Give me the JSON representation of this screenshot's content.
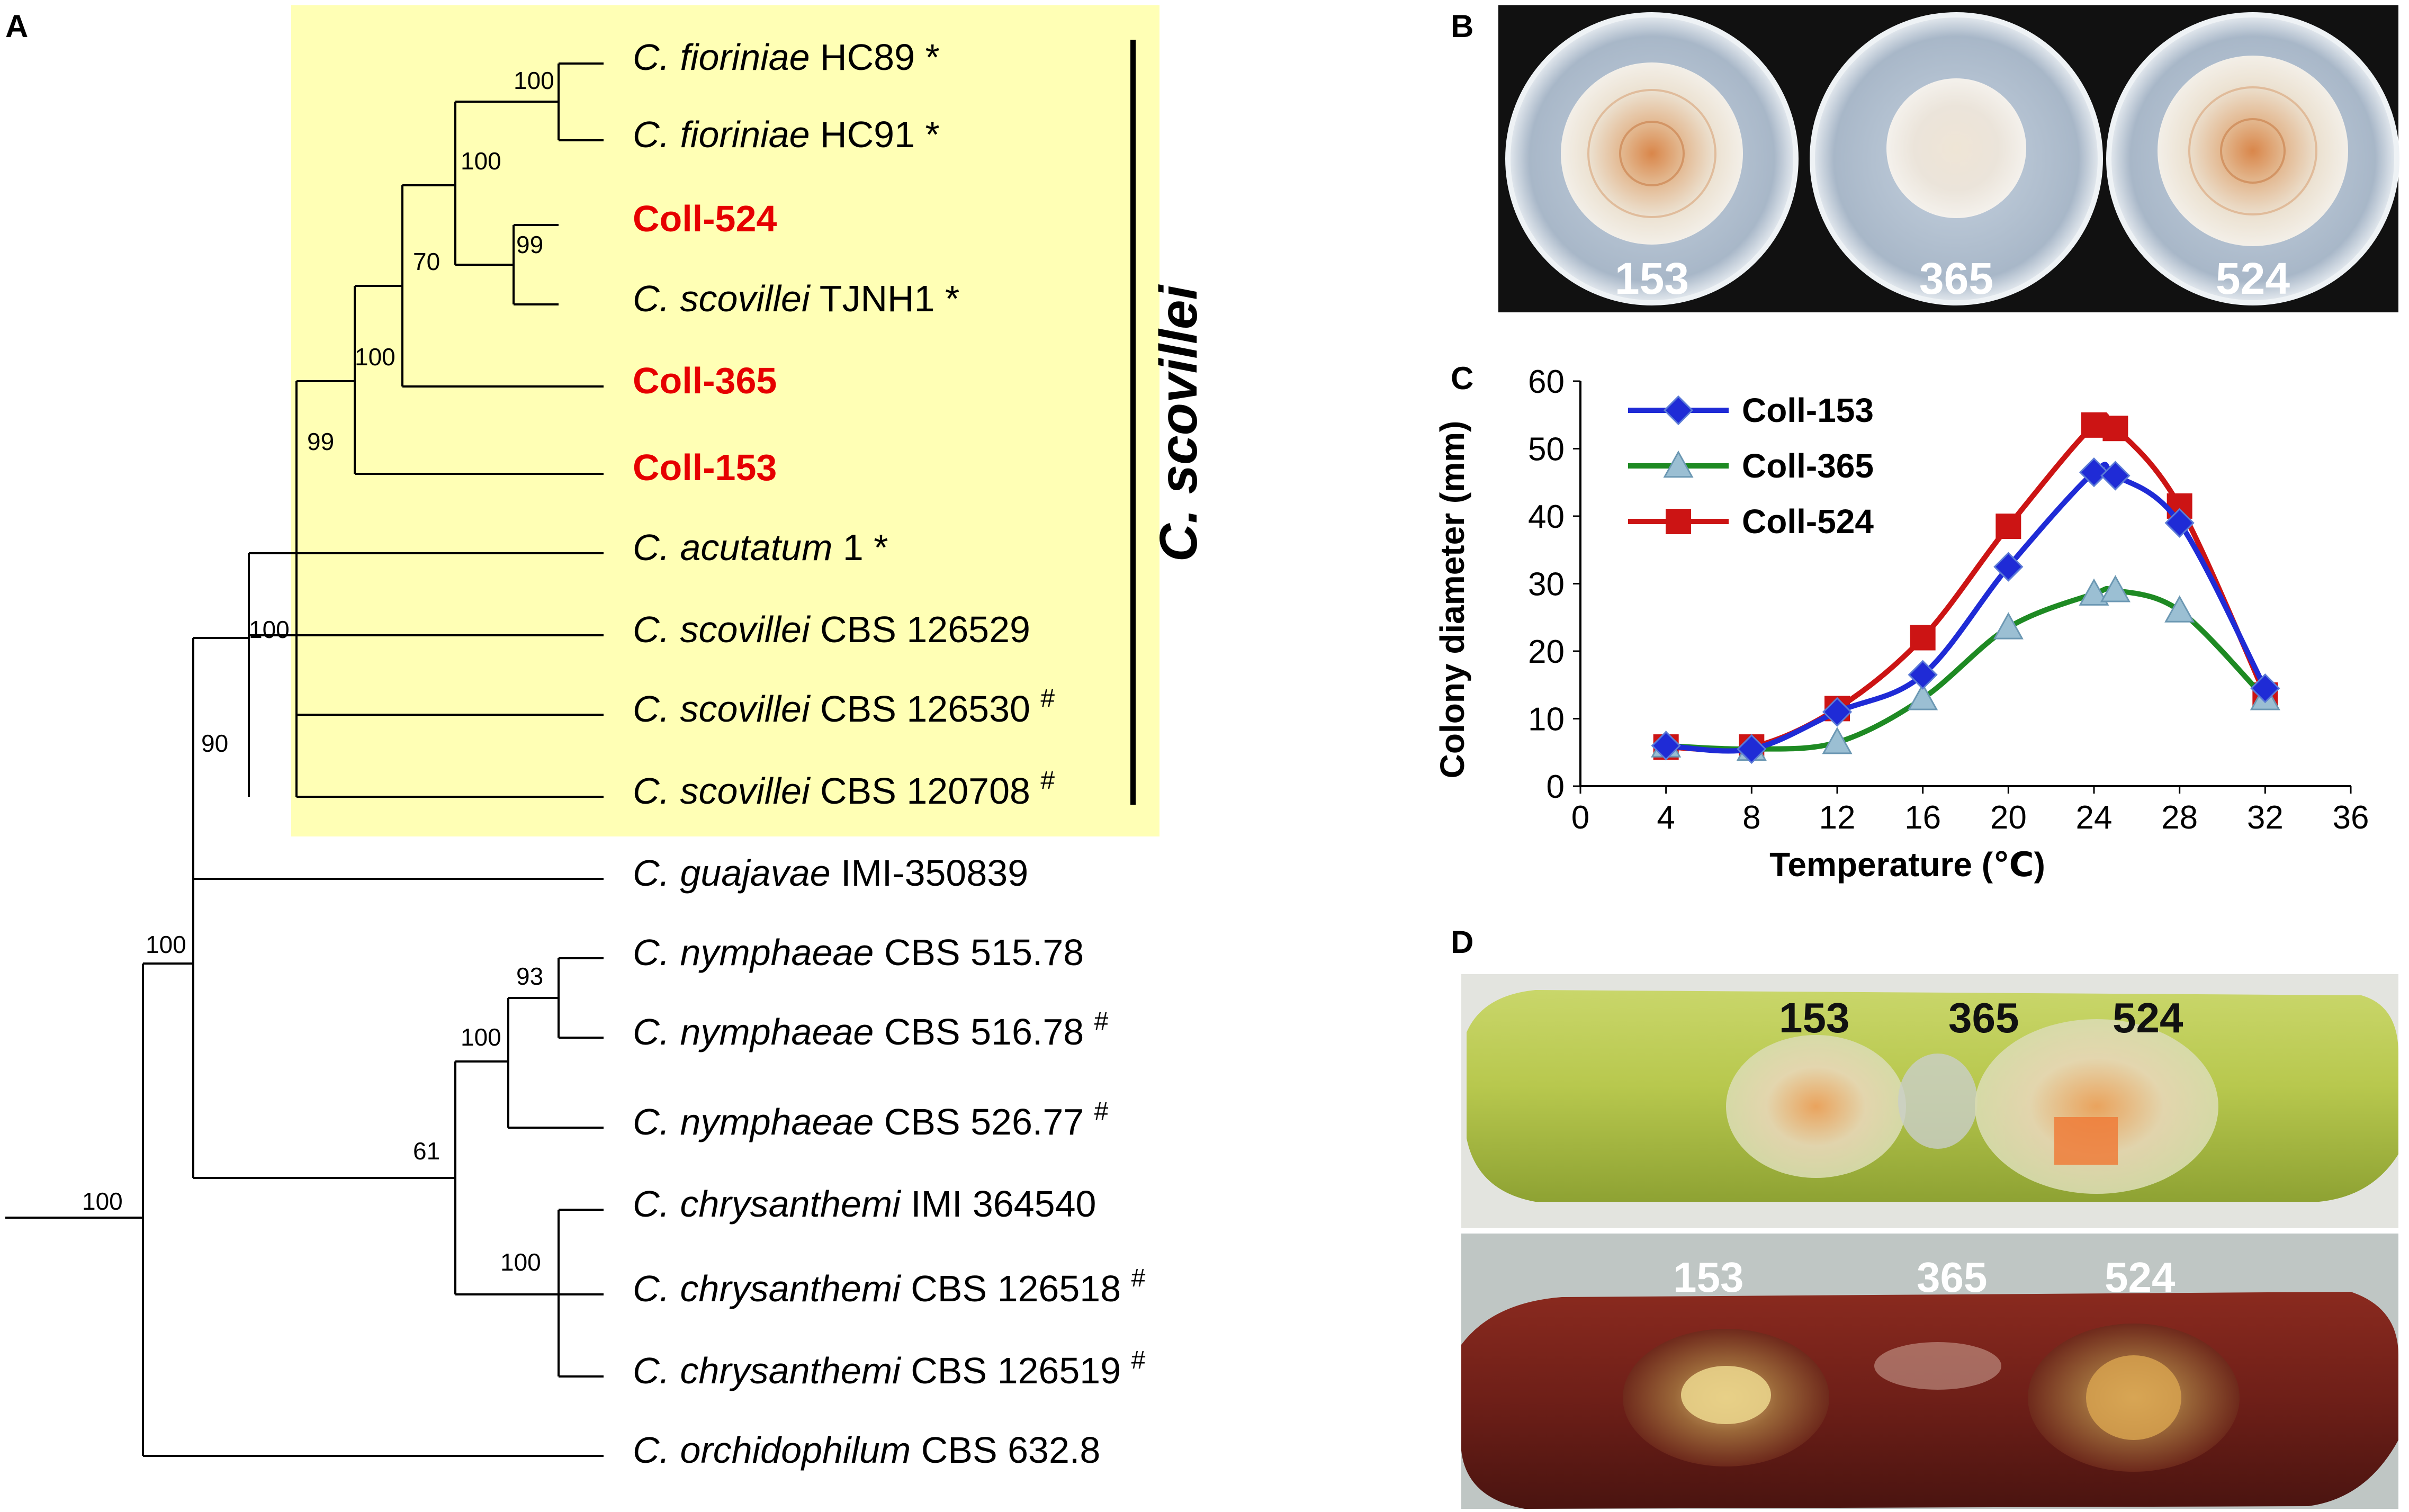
{
  "panels": {
    "a": "A",
    "b": "B",
    "c": "C",
    "d": "D"
  },
  "tree": {
    "clade_label": "C. scovillei",
    "tips": [
      {
        "genus": "C.",
        "species": "fioriniae",
        "strain": "HC89",
        "mark": "*",
        "highlight": false
      },
      {
        "genus": "C.",
        "species": "fioriniae",
        "strain": "HC91",
        "mark": "*",
        "highlight": false
      },
      {
        "full": "Coll-524",
        "highlight": true
      },
      {
        "genus": "C.",
        "species": "scovillei",
        "strain": "TJNH1",
        "mark": "*",
        "highlight": false
      },
      {
        "full": "Coll-365",
        "highlight": true
      },
      {
        "full": "Coll-153",
        "highlight": true
      },
      {
        "genus": "C.",
        "species": "acutatum",
        "strain": "1",
        "mark": "*",
        "highlight": false
      },
      {
        "genus": "C.",
        "species": "scovillei",
        "strain": "CBS 126529",
        "mark": "",
        "highlight": false
      },
      {
        "genus": "C.",
        "species": "scovillei",
        "strain": "CBS 126530",
        "mark": "#",
        "highlight": false
      },
      {
        "genus": "C.",
        "species": "scovillei",
        "strain": "CBS 120708",
        "mark": "#",
        "highlight": false
      },
      {
        "genus": "C.",
        "species": "guajavae",
        "strain": "IMI-350839",
        "mark": "",
        "highlight": false
      },
      {
        "genus": "C.",
        "species": "nymphaeae",
        "strain": "CBS 515.78",
        "mark": "",
        "highlight": false
      },
      {
        "genus": "C.",
        "species": "nymphaeae",
        "strain": "CBS 516.78",
        "mark": "#",
        "highlight": false
      },
      {
        "genus": "C.",
        "species": "nymphaeae",
        "strain": "CBS 526.77",
        "mark": "#",
        "highlight": false
      },
      {
        "genus": "C.",
        "species": "chrysanthemi",
        "strain": "IMI 364540",
        "mark": "",
        "highlight": false
      },
      {
        "genus": "C.",
        "species": "chrysanthemi",
        "strain": "CBS 126518",
        "mark": "#",
        "highlight": false
      },
      {
        "genus": "C.",
        "species": "chrysanthemi",
        "strain": "CBS 126519",
        "mark": "#",
        "highlight": false
      },
      {
        "genus": "C.",
        "species": "orchidophilum",
        "strain": "CBS 632.8",
        "mark": "",
        "highlight": false
      }
    ],
    "support_values": [
      "100",
      "100",
      "99",
      "70",
      "100",
      "99",
      "100",
      "90",
      "100",
      "93",
      "100",
      "61",
      "100",
      "100"
    ]
  },
  "plates": {
    "labels": [
      "153",
      "365",
      "524"
    ]
  },
  "chart_data": {
    "type": "line",
    "xlabel": "Temperature (℃)",
    "ylabel": "Colony diameter (mm)",
    "xlim": [
      0,
      36
    ],
    "ylim": [
      0,
      60
    ],
    "x_ticks": [
      "0",
      "4",
      "8",
      "12",
      "16",
      "20",
      "24",
      "28",
      "32",
      "36"
    ],
    "y_ticks": [
      "0",
      "10",
      "20",
      "30",
      "40",
      "50",
      "60"
    ],
    "legend_position": "top-left",
    "grid": false,
    "series": [
      {
        "name": "Coll-153",
        "color": "#1f2bd6",
        "marker": "diamond",
        "x": [
          4,
          8,
          12,
          16,
          20,
          24,
          25,
          28,
          32
        ],
        "y": [
          6,
          5.5,
          11,
          16.5,
          32.5,
          46.5,
          46,
          39,
          14.5
        ]
      },
      {
        "name": "Coll-365",
        "color": "#1e8a23",
        "marker": "triangle",
        "x": [
          4,
          8,
          12,
          16,
          20,
          24,
          25,
          28,
          32
        ],
        "y": [
          6,
          5.5,
          6.5,
          13,
          23.5,
          28.5,
          29,
          26,
          13
        ]
      },
      {
        "name": "Coll-524",
        "color": "#cc1414",
        "marker": "square",
        "x": [
          4,
          8,
          12,
          16,
          20,
          24,
          25,
          28,
          32
        ],
        "y": [
          5.8,
          5.8,
          11.5,
          22,
          38.5,
          53.5,
          53,
          41.5,
          13.5
        ]
      }
    ]
  },
  "pepper": {
    "green_labels": [
      "153",
      "365",
      "524"
    ],
    "red_labels": [
      "153",
      "365",
      "524"
    ]
  },
  "colors": {
    "clade_box": "#ffffb5",
    "highlight_text": "#e60000"
  }
}
